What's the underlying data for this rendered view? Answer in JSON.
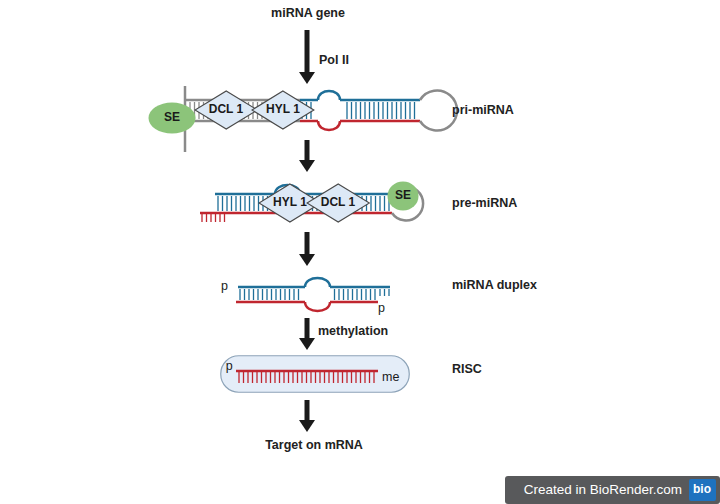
{
  "diagram": {
    "nodes": [
      {
        "text": [
          "SE"
        ]
      },
      {
        "text": [
          "DCL 1"
        ]
      },
      {
        "text": [
          "HYL 1"
        ]
      },
      {
        "text": [
          "HYL 1"
        ]
      },
      {
        "text": [
          "DCL 1"
        ]
      },
      {
        "text": [
          "SE"
        ]
      },
      {
        "text": [
          "p",
          "me"
        ]
      }
    ],
    "labels": [
      "miRNA gene",
      "Pol II",
      "pri-miRNA",
      "pre-miRNA",
      "p",
      "p",
      "miRNA duplex",
      "methylation",
      "RISC",
      "Target on mRNA",
      "Created in BioRender.com",
      "bio"
    ]
  }
}
